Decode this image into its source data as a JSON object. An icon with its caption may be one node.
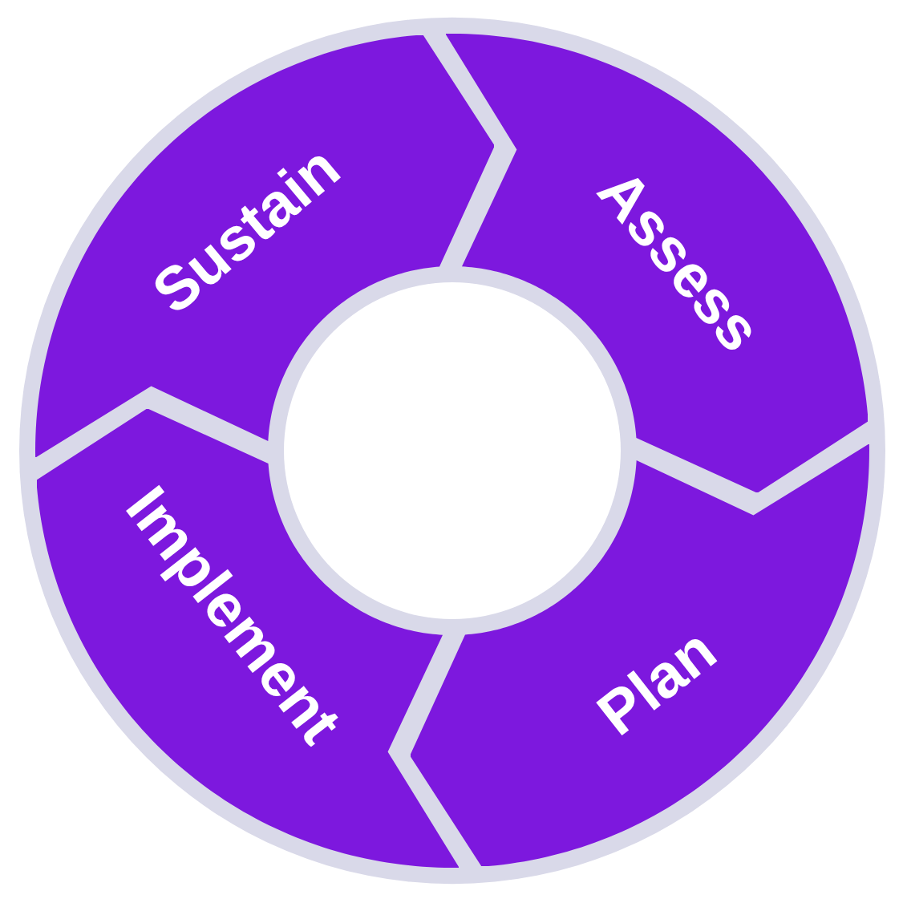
{
  "diagram": {
    "nodes": [
      {
        "text": [
          "Assess"
        ]
      },
      {
        "text": [
          "Plan"
        ]
      },
      {
        "text": [
          "Implement"
        ]
      },
      {
        "text": [
          "Sustain"
        ]
      }
    ]
  }
}
